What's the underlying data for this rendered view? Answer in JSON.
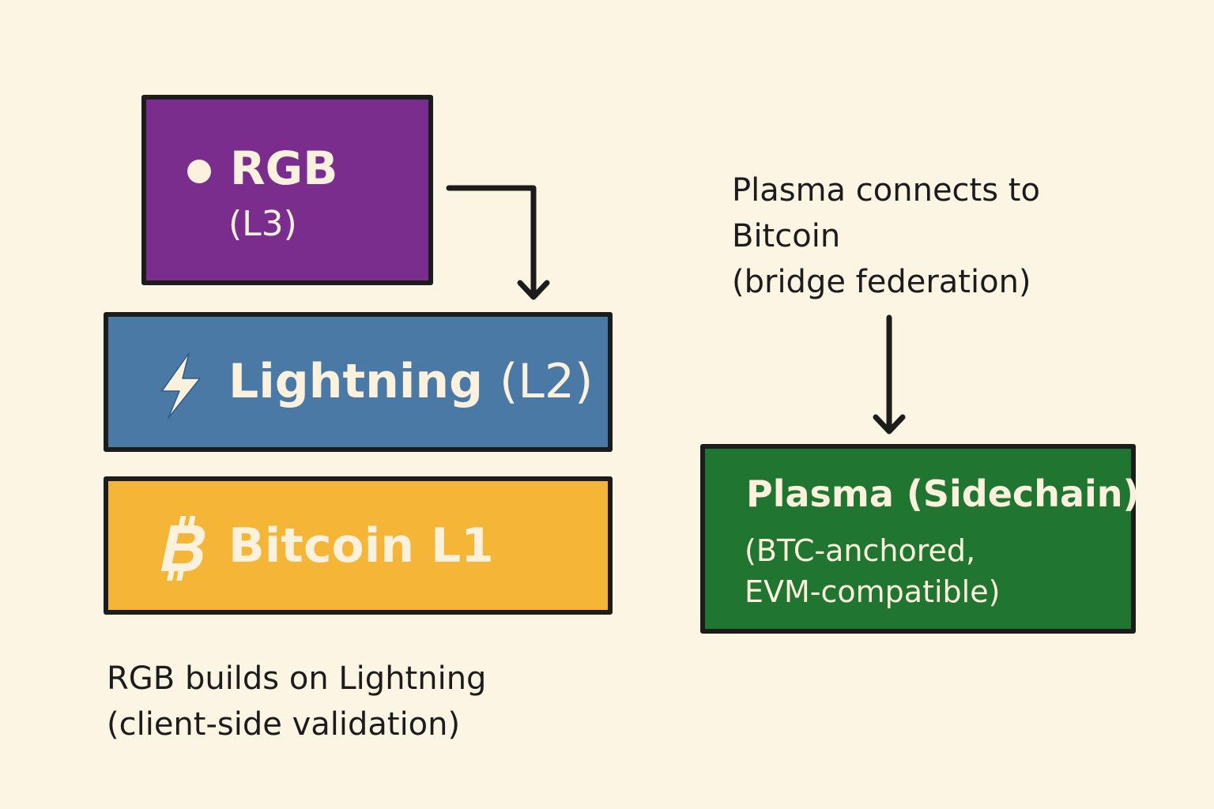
{
  "colors": {
    "background": "#FDF5E4",
    "rgb": "#7B2D8E",
    "lightning": "#4B79A6",
    "bitcoin": "#F5B537",
    "plasma": "#207530",
    "box_text": "#FBF1DC",
    "outline": "#1C1C1C"
  },
  "layers": {
    "rgb": {
      "icon": "dot-icon",
      "title": "RGB",
      "subtitle": "(L3)"
    },
    "lightning": {
      "icon": "lightning-bolt-icon",
      "title": "Lightning",
      "subtitle": "(L2)"
    },
    "bitcoin": {
      "icon": "bitcoin-icon",
      "title": "Bitcoin L1"
    }
  },
  "plasma": {
    "title": "Plasma (Sidechain)",
    "subtitle_line1": "(BTC-anchored,",
    "subtitle_line2": "EVM-compatible)"
  },
  "captions": {
    "plasma": {
      "line1": "Plasma connects to",
      "line2": "Bitcoin",
      "line3": "(bridge federation)"
    },
    "rgb": {
      "line1": "RGB builds on Lightning",
      "line2": "(client-side validation)"
    }
  },
  "connectors": [
    {
      "from": "rgb",
      "to": "lightning",
      "style": "elbow-arrow"
    },
    {
      "from": "plasma-caption",
      "to": "plasma",
      "style": "down-arrow"
    }
  ]
}
